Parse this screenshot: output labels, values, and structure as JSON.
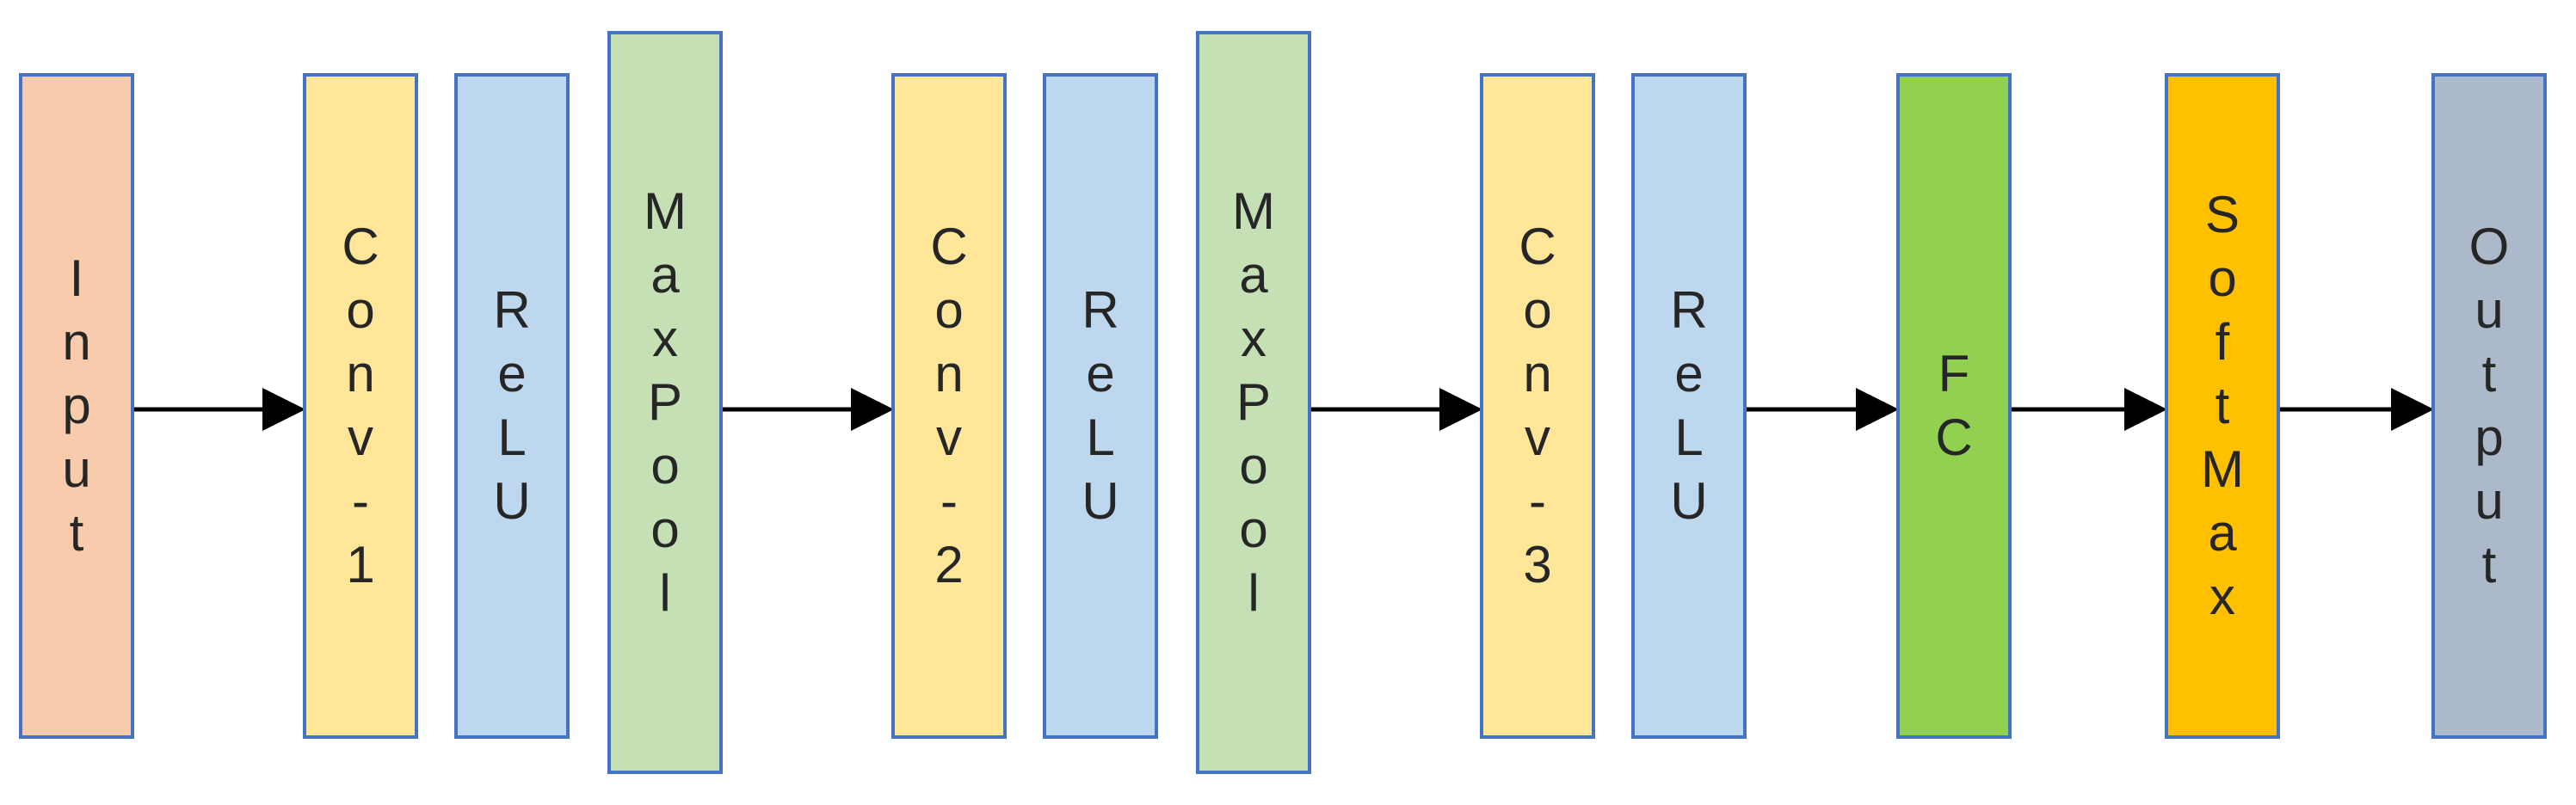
{
  "blocks": [
    {
      "id": "input",
      "label": "Input",
      "color": "#f8cbad"
    },
    {
      "id": "conv-1",
      "label": "Conv-1",
      "color": "#ffe699"
    },
    {
      "id": "relu-1",
      "label": "ReLU",
      "color": "#bdd7ee"
    },
    {
      "id": "maxpool-1",
      "label": "MaxPool",
      "color": "#c5e0b4"
    },
    {
      "id": "conv-2",
      "label": "Conv-2",
      "color": "#ffe699"
    },
    {
      "id": "relu-2",
      "label": "ReLU",
      "color": "#bdd7ee"
    },
    {
      "id": "maxpool-2",
      "label": "MaxPool",
      "color": "#c5e0b4"
    },
    {
      "id": "conv-3",
      "label": "Conv-3",
      "color": "#ffe699"
    },
    {
      "id": "relu-3",
      "label": "ReLU",
      "color": "#bdd7ee"
    },
    {
      "id": "fc",
      "label": "FC",
      "color": "#92d050"
    },
    {
      "id": "softmax",
      "label": "SoftMax",
      "color": "#ffc000"
    },
    {
      "id": "output",
      "label": "Output",
      "color": "#acb9ca"
    }
  ],
  "border_color": "#4472c4",
  "arrow_color": "#000000",
  "arrows": [
    {
      "from": "input",
      "to": "conv-1"
    },
    {
      "from": "maxpool-1",
      "to": "conv-2"
    },
    {
      "from": "maxpool-2",
      "to": "conv-3"
    },
    {
      "from": "relu-3",
      "to": "fc"
    },
    {
      "from": "fc",
      "to": "softmax"
    },
    {
      "from": "softmax",
      "to": "output"
    }
  ]
}
